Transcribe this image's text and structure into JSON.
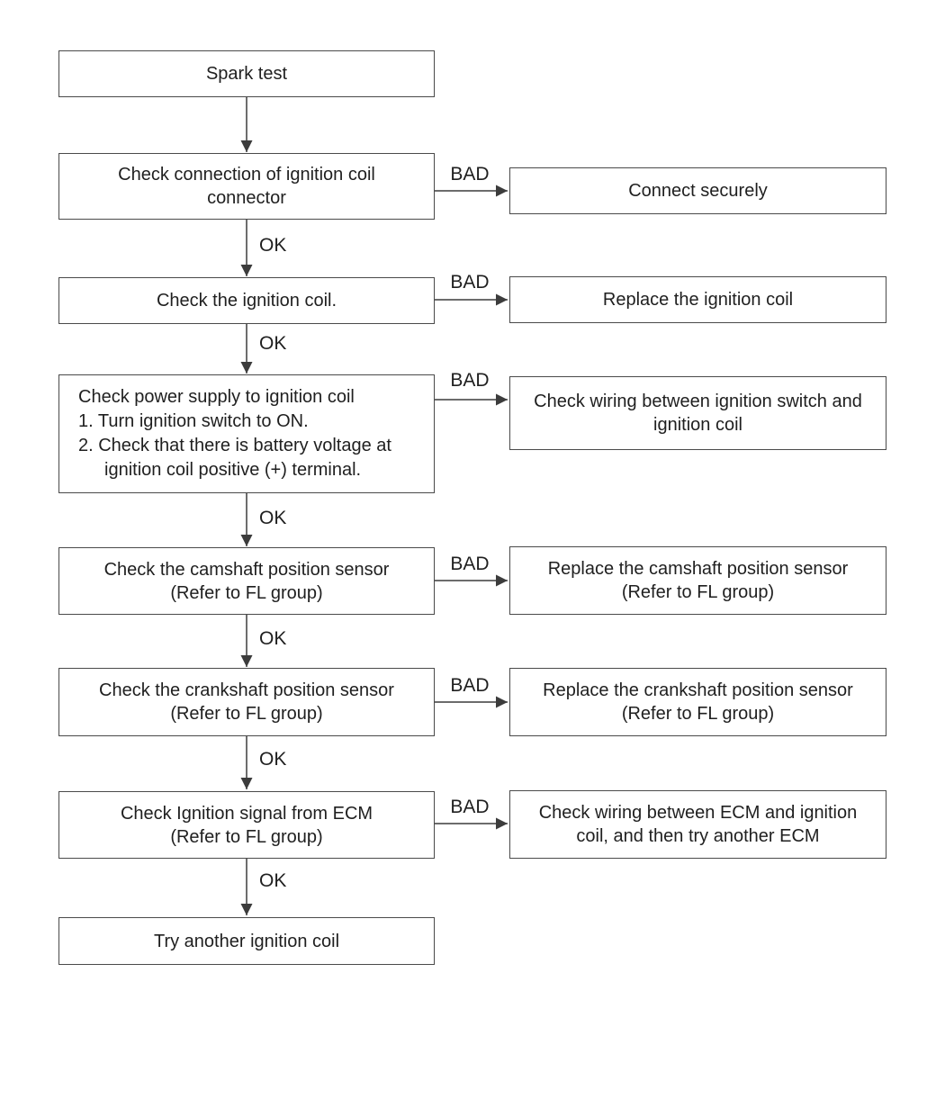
{
  "labels": {
    "ok": "OK",
    "bad": "BAD"
  },
  "main_column": {
    "spark_test": "Spark test",
    "check_connection": "Check connection of ignition coil\nconnector",
    "check_ignition_coil": "Check the ignition coil.",
    "check_power_supply": {
      "title": "Check power supply to ignition coil",
      "step_1": "1. Turn ignition switch to ON.",
      "step_2": "2. Check that there is battery voltage at\nignition coil positive (+) terminal."
    },
    "check_camshaft_sensor": "Check the camshaft position sensor\n(Refer to FL group)",
    "check_crankshaft_sensor": "Check the crankshaft position sensor\n(Refer to FL group)",
    "check_ignition_signal": "Check Ignition signal from ECM\n(Refer to FL group)",
    "try_another_coil": "Try another ignition coil"
  },
  "bad_column": {
    "connect_securely": "Connect securely",
    "replace_ignition_coil": "Replace the ignition coil",
    "check_wiring_switch": "Check wiring between ignition switch and\nignition coil",
    "replace_camshaft_sensor": "Replace the camshaft position sensor\n(Refer to FL group)",
    "replace_crankshaft_sensor": "Replace the crankshaft position sensor\n(Refer to FL group)",
    "check_wiring_ecm": "Check wiring between ECM and ignition\ncoil, and then try another ECM"
  },
  "colors": {
    "line": "#3c3c3c",
    "border": "#4a4a4a",
    "text": "#1f1f1f",
    "background": "#ffffff"
  }
}
